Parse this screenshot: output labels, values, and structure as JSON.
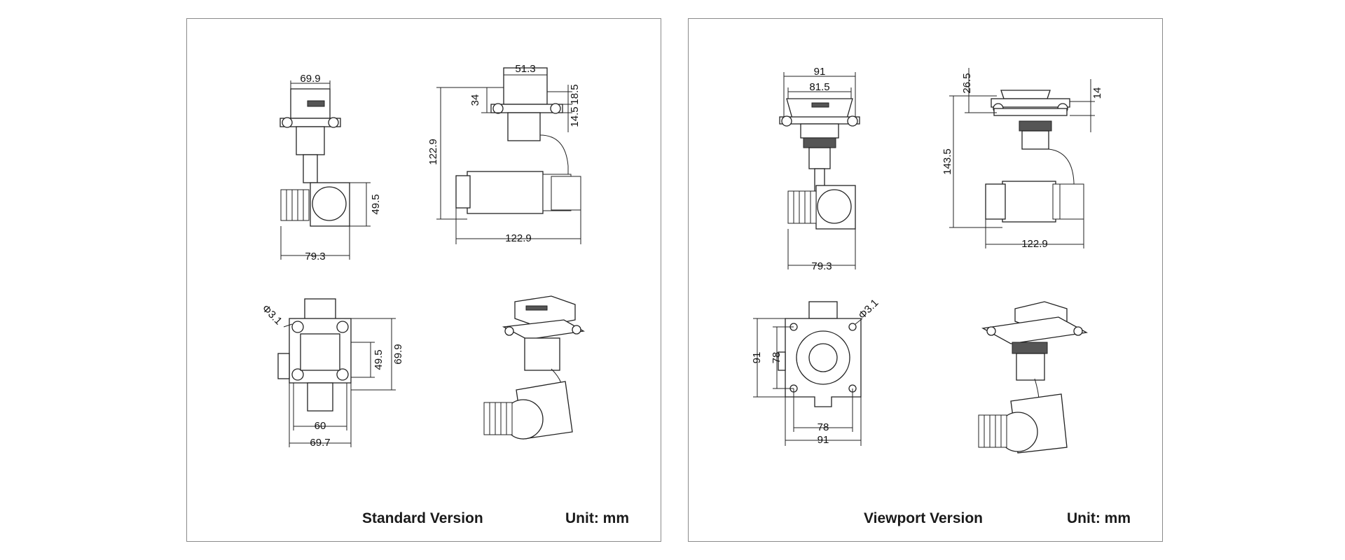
{
  "panels": {
    "standard": {
      "title": "Standard Version",
      "unit": "Unit: mm",
      "front_view": {
        "top_width": "69.9",
        "body_height": "49.5",
        "bottom_width": "79.3"
      },
      "side_view": {
        "top_width": "51.3",
        "top_height": "34",
        "plate_gap": "18.5",
        "plate_thickness": "14.5",
        "total_height": "122.9",
        "total_width": "122.9"
      },
      "top_view": {
        "hole_dia": "Φ3.1",
        "inner_height": "49.5",
        "outer_height": "69.9",
        "hole_spacing": "60",
        "outer_width": "69.7"
      }
    },
    "viewport": {
      "title": "Viewport Version",
      "unit": "Unit: mm",
      "front_view": {
        "outer_width": "91",
        "inner_width": "81.5",
        "bottom_width": "79.3"
      },
      "side_view": {
        "top_height": "26.5",
        "plate_thickness": "14",
        "total_height": "143.5",
        "total_width": "122.9"
      },
      "top_view": {
        "hole_dia": "Φ3.1",
        "outer_height": "91",
        "inner_height": "78",
        "inner_width": "78",
        "outer_width": "91"
      }
    }
  }
}
